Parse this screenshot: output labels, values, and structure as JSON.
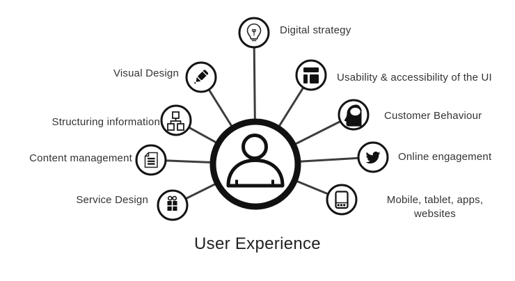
{
  "title": "User Experience",
  "center": {
    "icon": "person-icon"
  },
  "nodes": [
    {
      "id": "digital-strategy",
      "label": "Digital strategy",
      "icon": "lightbulb-icon"
    },
    {
      "id": "usability",
      "label": "Usability & accessibility of the UI",
      "icon": "layout-wireframe-icon"
    },
    {
      "id": "customer-behaviour",
      "label": "Customer Behaviour",
      "icon": "head-brain-icon"
    },
    {
      "id": "online-engagement",
      "label": "Online engagement",
      "icon": "twitter-bird-icon"
    },
    {
      "id": "mobile-tablet",
      "label": "Mobile, tablet, apps,\nwebsites",
      "icon": "mobile-phone-icon"
    },
    {
      "id": "service-design",
      "label": "Service Design",
      "icon": "gift-icon"
    },
    {
      "id": "content-management",
      "label": "Content management",
      "icon": "document-icon"
    },
    {
      "id": "structuring-information",
      "label": "Structuring information",
      "icon": "sitemap-icon"
    },
    {
      "id": "visual-design",
      "label": "Visual Design",
      "icon": "pencil-icon"
    }
  ],
  "colors": {
    "background": "#ffffff",
    "circle_stroke": "#141414",
    "connector_line": "#3d3d3d",
    "text": "#333333"
  }
}
